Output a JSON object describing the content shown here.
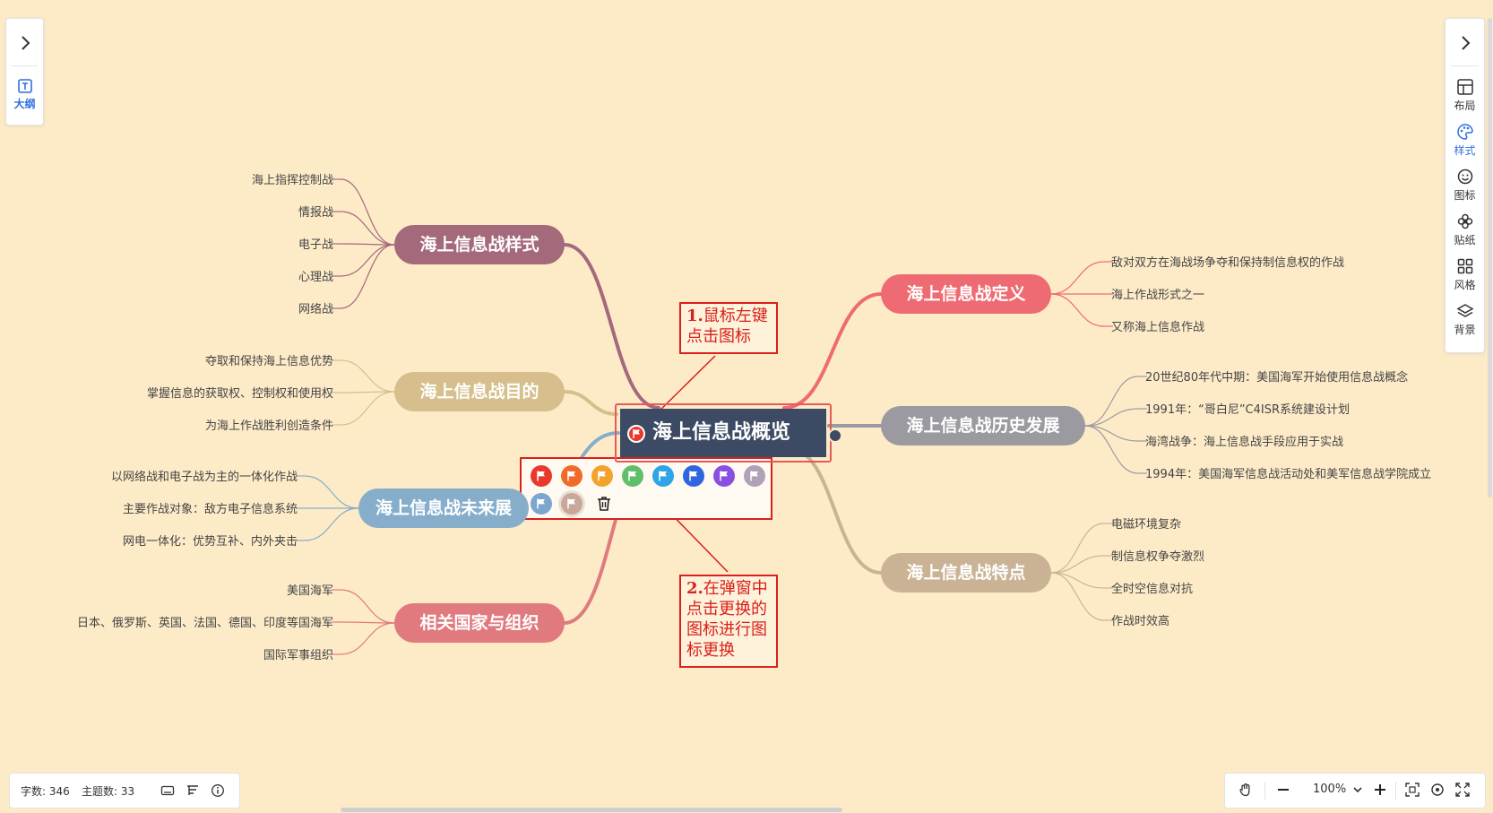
{
  "left_panel": {
    "toggle_icon": "chevron-right-icon",
    "outline_label": "大纲",
    "outline_icon": "text-box-icon"
  },
  "right_panel": {
    "toggle_icon": "chevron-right-icon",
    "items": [
      {
        "label": "布局",
        "icon": "layout-icon"
      },
      {
        "label": "样式",
        "icon": "palette-icon",
        "active": true
      },
      {
        "label": "图标",
        "icon": "smiley-icon"
      },
      {
        "label": "贴纸",
        "icon": "flower-icon"
      },
      {
        "label": "风格",
        "icon": "grid-icon"
      },
      {
        "label": "背景",
        "icon": "layers-icon"
      }
    ]
  },
  "mindmap": {
    "root": {
      "title": "海上信息战概览",
      "color": "#3d4a63",
      "flag_color": "#e8392c"
    },
    "branches": [
      {
        "id": "style",
        "title": "海上信息战样式",
        "color": "#a5697c",
        "children": [
          "海上指挥控制战",
          "情报战",
          "电子战",
          "心理战",
          "网络战"
        ]
      },
      {
        "id": "goal",
        "title": "海上信息战目的",
        "color": "#d6bf8c",
        "children": [
          "夺取和保持海上信息优势",
          "掌握信息的获取权、控制权和使用权",
          "为海上作战胜利创造条件"
        ]
      },
      {
        "id": "future",
        "title": "海上信息战未来展",
        "color": "#86aecb",
        "children": [
          "以网络战和电子战为主的一体化作战",
          "主要作战对象：敌方电子信息系统",
          "网电一体化：优势互补、内外夹击"
        ]
      },
      {
        "id": "org",
        "title": "相关国家与组织",
        "color": "#e07a7e",
        "children": [
          "美国海军",
          "日本、俄罗斯、英国、法国、德国、印度等国海军",
          "国际军事组织"
        ]
      },
      {
        "id": "def",
        "title": "海上信息战定义",
        "color": "#ee6b73",
        "children": [
          "敌对双方在海战场争夺和保持制信息权的作战",
          "海上作战形式之一",
          "又称海上信息作战"
        ]
      },
      {
        "id": "history",
        "title": "海上信息战历史发展",
        "color": "#9a9aa0",
        "children": [
          "20世纪80年代中期：美国海军开始使用信息战概念",
          "1991年：“哥白尼”C4ISR系统建设计划",
          "海湾战争：海上信息战手段应用于实战",
          "1994年：美国海军信息战活动处和美军信息战学院成立"
        ]
      },
      {
        "id": "feature",
        "title": "海上信息战特点",
        "color": "#c9b394",
        "children": [
          "电磁环境复杂",
          "制信息权争夺激烈",
          "全时空信息对抗",
          "作战时效高"
        ]
      }
    ]
  },
  "annotations": {
    "step1_num": "1.",
    "step1_text": "鼠标左键点击图标",
    "step2_num": "2.",
    "step2_text": "在弹窗中点击更换的图标进行图标更换"
  },
  "flag_popup": {
    "colors": [
      "#e8392c",
      "#f06b2a",
      "#f3a22c",
      "#5fbf6b",
      "#2fa4e7",
      "#2f66e0",
      "#8a4fe0",
      "#b0a0b8",
      "#7aa6cf",
      "#c9a79a"
    ],
    "delete_icon": "trash-icon"
  },
  "status_bar": {
    "word_count_label": "字数: 346",
    "topic_count_label": "主题数: 33",
    "icons": [
      "keyboard-icon",
      "layout-tree-icon",
      "info-icon"
    ]
  },
  "zoom_bar": {
    "zoom_level": "100%",
    "icons": [
      "hand-icon",
      "zoom-out-icon",
      "chevron-down-icon",
      "zoom-in-icon",
      "fit-screen-icon",
      "locate-icon",
      "fullscreen-icon"
    ]
  }
}
